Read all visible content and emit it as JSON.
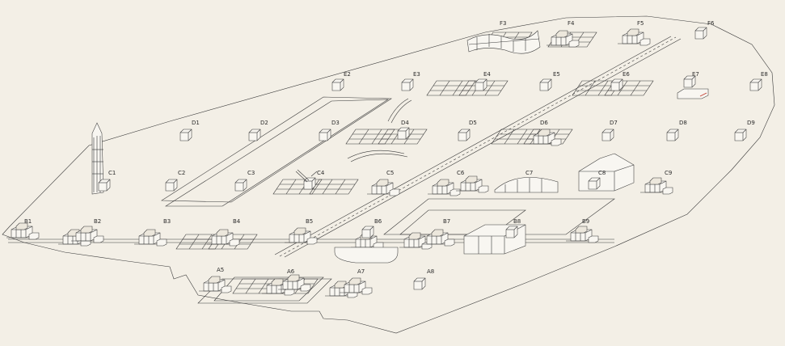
{
  "labels": {
    "A5": "A5",
    "A6": "A6",
    "A7": "A7",
    "A8": "A8",
    "B1": "B1",
    "B2": "B2",
    "B3": "B3",
    "B4": "B4",
    "B5": "B5",
    "B6": "B6",
    "B7": "B7",
    "B8": "B8",
    "B9": "B9",
    "C1": "C1",
    "C2": "C2",
    "C3": "C3",
    "C4": "C4",
    "C5": "C5",
    "C6": "C6",
    "C7": "C7",
    "C8": "C8",
    "C9": "C9",
    "D1": "D1",
    "D2": "D2",
    "D3": "D3",
    "D4": "D4",
    "D5": "D5",
    "D6": "D6",
    "D7": "D7",
    "D8": "D8",
    "D9": "D9",
    "E2": "E2",
    "E3": "E3",
    "E4": "E4",
    "E5": "E5",
    "E6": "E6",
    "E7": "E7",
    "E8": "E8",
    "F3": "F3",
    "F4": "F4",
    "F5": "F5",
    "F6": "F6"
  },
  "colors": {
    "background": "#f3efe6",
    "line": "#3a3a3a",
    "accent": "#c0392b"
  }
}
